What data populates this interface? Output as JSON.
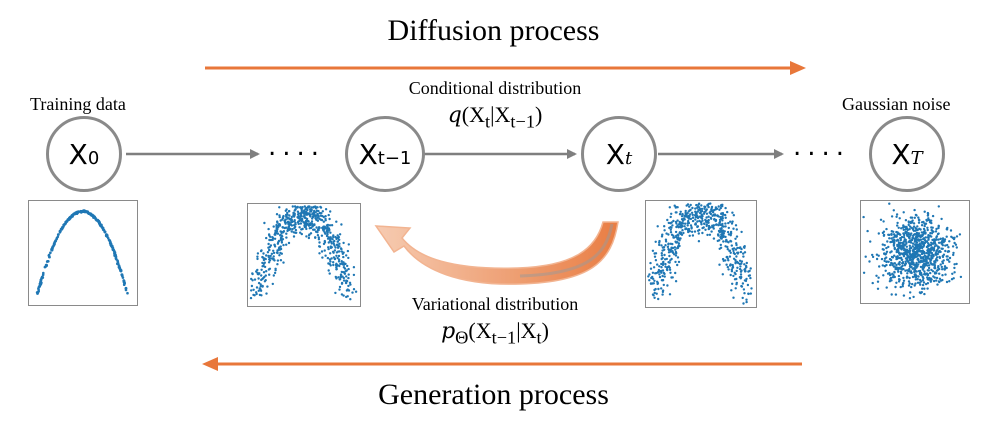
{
  "top_title": "Diffusion process",
  "bottom_title": "Generation process",
  "nodes": {
    "x0": {
      "base": "X",
      "sub": "0"
    },
    "xt_minus_1": {
      "base": "X",
      "sub": "t−1"
    },
    "xt": {
      "base": "X",
      "sub": "t"
    },
    "xT": {
      "base": "X",
      "sub": "T"
    }
  },
  "labels": {
    "training_data": "Training data",
    "gaussian_noise": "Gaussian noise",
    "conditional": "Conditional distribution",
    "variational": "Variational distribution",
    "dots": "....",
    "dots2": "...."
  },
  "formulas": {
    "q_fn": "q",
    "q_args": "(X",
    "q_t": "t",
    "q_bar": "|X",
    "q_tm1": "t−1",
    "q_close": ")",
    "p_fn": "p",
    "p_sub": "Θ",
    "p_args": "(X",
    "p_tm1": "t−1",
    "p_bar": "|X",
    "p_t": "t",
    "p_close": ")"
  },
  "colors": {
    "process_arrow": "#e8773a",
    "flow_arrow": "#7f7f7f",
    "scatter": "#1f77b4",
    "node_border": "#8a8a8a"
  }
}
